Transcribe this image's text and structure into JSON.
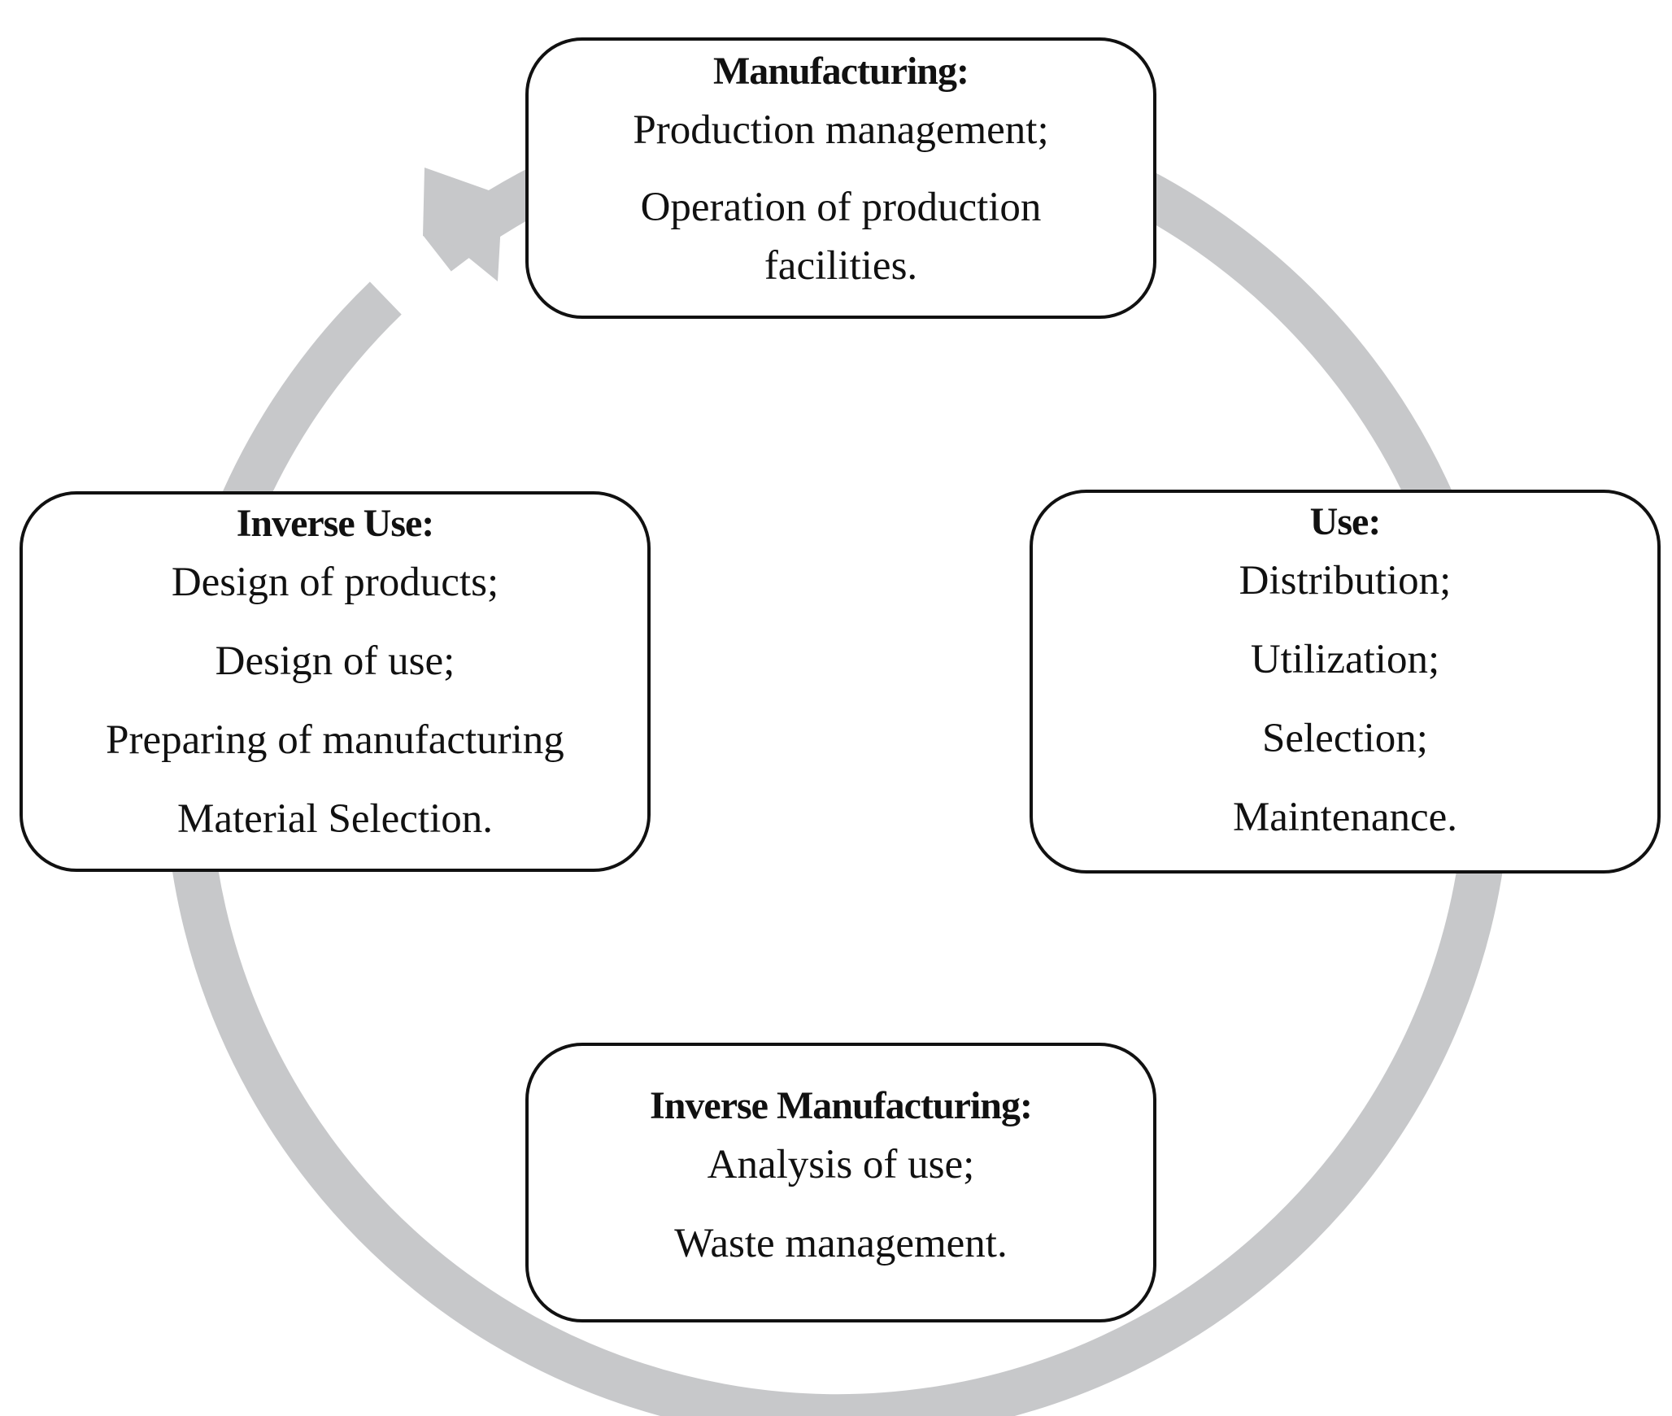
{
  "diagram": {
    "colors": {
      "ring": "#c7c8ca",
      "border": "#111111",
      "text": "#111111",
      "background": "#ffffff"
    },
    "stages": {
      "manufacturing": {
        "title": "Manufacturing:",
        "items": [
          "Production management;",
          "Operation of production facilities."
        ]
      },
      "use": {
        "title": "Use:",
        "items": [
          "Distribution;",
          "Utilization;",
          "Selection;",
          "Maintenance."
        ]
      },
      "inverse_manufacturing": {
        "title": "Inverse Manufacturing:",
        "items": [
          "Analysis of use;",
          "Waste management."
        ]
      },
      "inverse_use": {
        "title": "Inverse Use:",
        "items": [
          "Design of products;",
          "Design of use;",
          "Preparing of manufacturing",
          "Material Selection."
        ]
      }
    }
  }
}
